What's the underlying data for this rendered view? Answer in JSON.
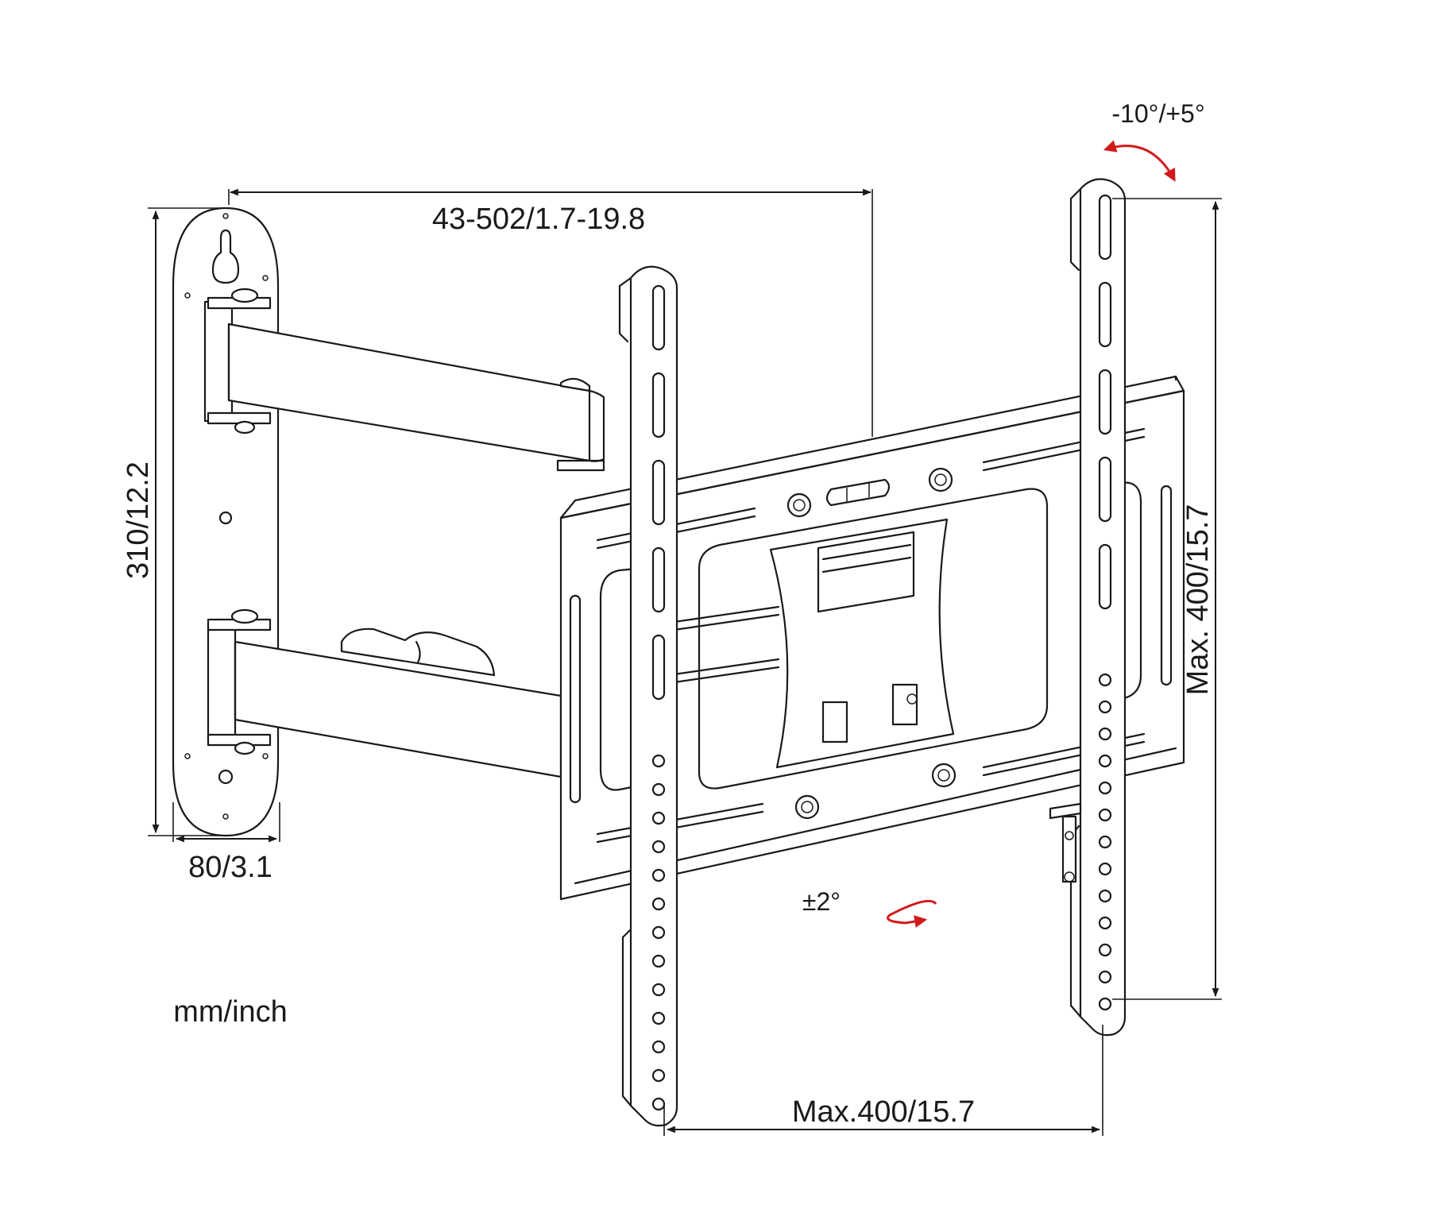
{
  "diagram": {
    "labels": {
      "arm_extension": "43-502/1.7-19.8",
      "wall_plate_height": "310/12.2",
      "wall_plate_width": "80/3.1",
      "vertical_max": "Max. 400/15.7",
      "horizontal_max": "Max.400/15.7",
      "tilt": "-10°/+5°",
      "swivel": "±2°",
      "units": "mm/inch"
    },
    "colors": {
      "line": "#1a1a1a",
      "rotation_arrow": "#d11a1a",
      "background": "#ffffff"
    }
  }
}
